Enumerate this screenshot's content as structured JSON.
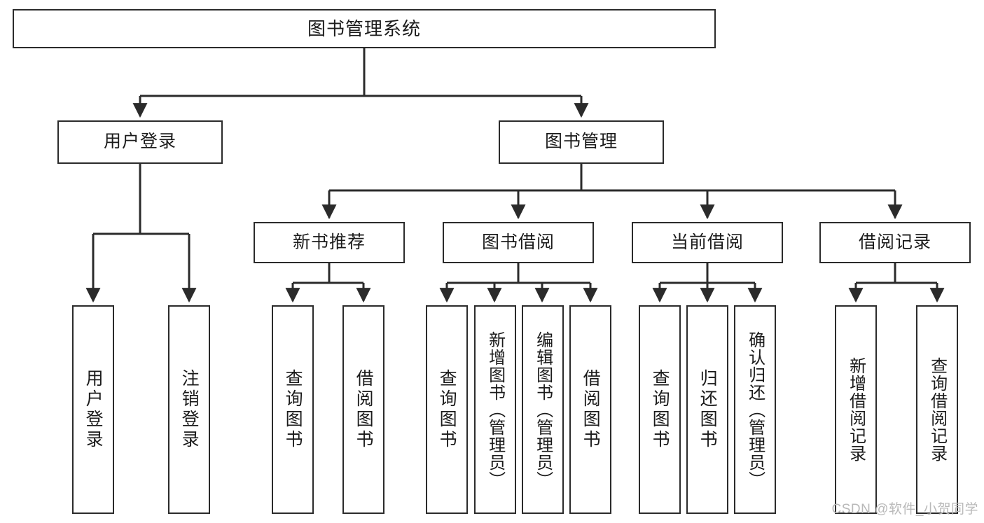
{
  "diagram": {
    "title": "图书管理系统",
    "type": "tree",
    "colors": {
      "node_border": "#2b2b2b",
      "node_fill": "#ffffff",
      "edge": "#2b2b2b",
      "text": "#1b1b1b",
      "watermark": "#b9b9b9"
    },
    "root": {
      "label": "图书管理系统"
    },
    "level1": [
      {
        "label": "用户登录"
      },
      {
        "label": "图书管理"
      }
    ],
    "level2": [
      {
        "label": "新书推荐"
      },
      {
        "label": "图书借阅"
      },
      {
        "label": "当前借阅"
      },
      {
        "label": "借阅记录"
      }
    ],
    "leaves": {
      "user_login": [
        {
          "label": "用户登录"
        },
        {
          "label": "注销登录"
        }
      ],
      "new_book_recommend": [
        {
          "label": "查询图书"
        },
        {
          "label": "借阅图书"
        }
      ],
      "book_borrow": [
        {
          "label": "查询图书"
        },
        {
          "label": "新增图书（管理员）"
        },
        {
          "label": "编辑图书（管理员）"
        },
        {
          "label": "借阅图书"
        }
      ],
      "current_borrow": [
        {
          "label": "查询图书"
        },
        {
          "label": "归还图书"
        },
        {
          "label": "确认归还（管理员）"
        }
      ],
      "borrow_record": [
        {
          "label": "新增借阅记录"
        },
        {
          "label": "查询借阅记录"
        }
      ]
    }
  },
  "watermark": {
    "text": "CSDN @软件_小贺同学"
  }
}
